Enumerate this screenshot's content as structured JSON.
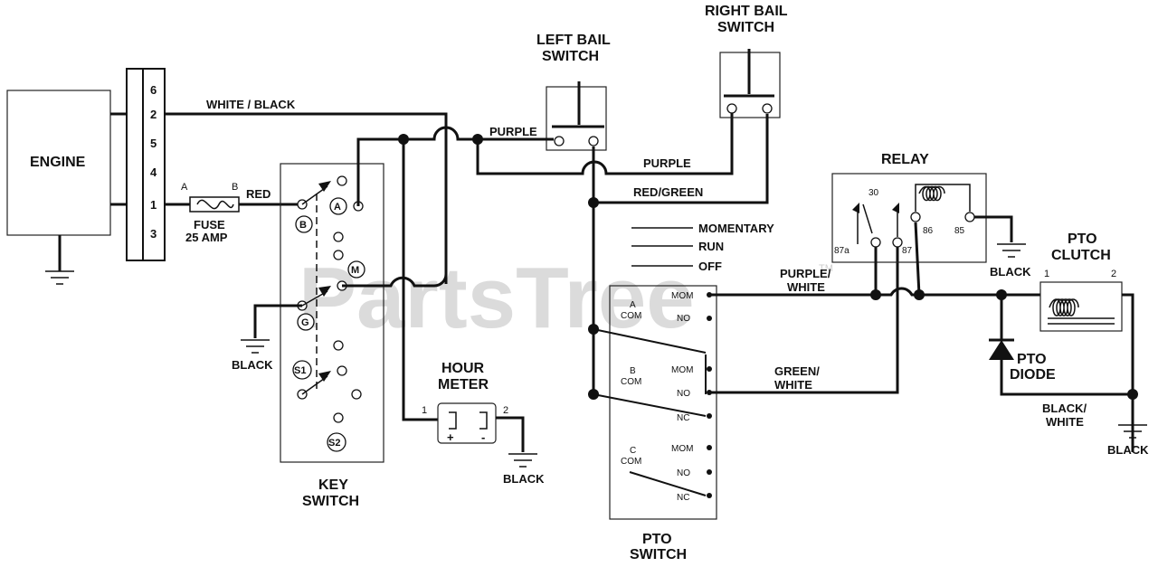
{
  "watermark": {
    "text": "PartsTree",
    "tm": "TM"
  },
  "engine": {
    "label": "ENGINE",
    "pins": [
      "6",
      "2",
      "5",
      "4",
      "1",
      "3"
    ]
  },
  "fuse": {
    "a": "A",
    "b": "B",
    "label": "FUSE",
    "rating": "25 AMP"
  },
  "wires": {
    "white_black": "WHITE / BLACK",
    "red": "RED",
    "purple_1": "PURPLE",
    "purple_2": "PURPLE",
    "red_green": "RED/GREEN",
    "purple_white_1": "PURPLE/",
    "purple_white_2": "WHITE",
    "green_white_1": "GREEN/",
    "green_white_2": "WHITE",
    "black_white_1": "BLACK/",
    "black_white_2": "WHITE"
  },
  "grounds": {
    "key_switch": "BLACK",
    "hour_meter": "BLACK",
    "relay": "BLACK",
    "pto_clutch": "BLACK"
  },
  "key_switch": {
    "title_1": "KEY",
    "title_2": "SWITCH",
    "terminals": {
      "a": "A",
      "b": "B",
      "m": "M",
      "g": "G",
      "s1": "S1",
      "s2": "S2"
    }
  },
  "left_bail": {
    "title_1": "LEFT BAIL",
    "title_2": "SWITCH"
  },
  "right_bail": {
    "title_1": "RIGHT BAIL",
    "title_2": "SWITCH"
  },
  "hour_meter": {
    "title_1": "HOUR",
    "title_2": "METER",
    "pin1": "1",
    "pin2": "2",
    "plus": "+",
    "minus": "-"
  },
  "relay": {
    "title": "RELAY",
    "pins": {
      "p30": "30",
      "p87a": "87a",
      "p87": "87",
      "p86": "86",
      "p85": "85"
    }
  },
  "pto_switch": {
    "title_1": "PTO",
    "title_2": "SWITCH",
    "legend": {
      "momentary": "MOMENTARY",
      "run": "RUN",
      "off": "OFF"
    },
    "sections": [
      {
        "com_1": "A",
        "com_2": "COM",
        "mom": "MOM",
        "no": "NO"
      },
      {
        "com_1": "B",
        "com_2": "COM",
        "mom": "MOM",
        "no": "NO",
        "nc": "NC"
      },
      {
        "com_1": "C",
        "com_2": "COM",
        "mom": "MOM",
        "no": "NO",
        "nc": "NC"
      }
    ]
  },
  "pto_clutch": {
    "title_1": "PTO",
    "title_2": "CLUTCH",
    "pin1": "1",
    "pin2": "2"
  },
  "pto_diode": {
    "title_1": "PTO",
    "title_2": "DIODE"
  }
}
